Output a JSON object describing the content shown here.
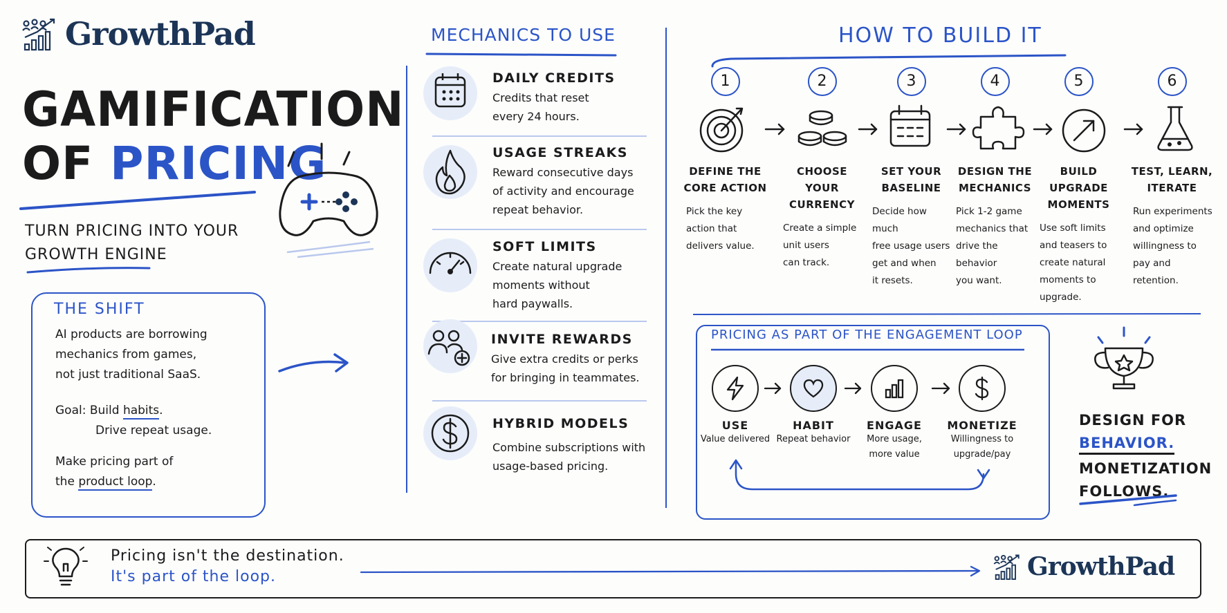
{
  "brand": {
    "name": "GrowthPad"
  },
  "title": {
    "line1": "GAMIFICATION",
    "line2_prefix": "OF ",
    "line2_accent": "PRICING"
  },
  "subtitle": {
    "line1": "TURN PRICING INTO YOUR",
    "line2": "GROWTH ENGINE"
  },
  "shift": {
    "title": "THE SHIFT",
    "p1": [
      "AI products are borrowing",
      "mechanics from games,",
      "not just traditional SaaS."
    ],
    "goal_prefix": "Goal: Build ",
    "goal_word": "habits",
    "goal_suffix": ".",
    "goal_line2": "Drive repeat usage.",
    "loop_line1": "Make pricing part of",
    "loop_prefix": "the ",
    "loop_word": "product loop",
    "loop_suffix": "."
  },
  "mechanics": {
    "title": "MECHANICS TO USE",
    "items": [
      {
        "name": "DAILY CREDITS",
        "desc": [
          "Credits that reset",
          "every 24 hours."
        ],
        "icon": "calendar-icon"
      },
      {
        "name": "USAGE STREAKS",
        "desc": [
          "Reward consecutive days",
          "of activity and encourage",
          "repeat behavior."
        ],
        "icon": "flame-icon"
      },
      {
        "name": "SOFT LIMITS",
        "desc": [
          "Create natural upgrade",
          "moments without",
          "hard paywalls."
        ],
        "icon": "gauge-icon"
      },
      {
        "name": "INVITE REWARDS",
        "desc": [
          "Give extra credits or perks",
          "for bringing in teammates."
        ],
        "icon": "users-plus-icon"
      },
      {
        "name": "HYBRID MODELS",
        "desc": [
          "Combine subscriptions with",
          "usage-based pricing."
        ],
        "icon": "dollar-icon"
      }
    ]
  },
  "build": {
    "title": "HOW TO BUILD IT",
    "steps": [
      {
        "num": "1",
        "title": [
          "DEFINE THE",
          "CORE ACTION"
        ],
        "desc": [
          "Pick the key",
          "action that",
          "delivers value."
        ]
      },
      {
        "num": "2",
        "title": [
          "CHOOSE YOUR",
          "CURRENCY"
        ],
        "desc": [
          "Create a simple",
          "unit users",
          "can track."
        ]
      },
      {
        "num": "3",
        "title": [
          "SET YOUR",
          "BASELINE"
        ],
        "desc": [
          "Decide how much",
          "free usage users",
          "get and when",
          "it resets."
        ]
      },
      {
        "num": "4",
        "title": [
          "DESIGN THE",
          "MECHANICS"
        ],
        "desc": [
          "Pick 1-2 game",
          "mechanics that",
          "drive the behavior",
          "you want."
        ]
      },
      {
        "num": "5",
        "title": [
          "BUILD UPGRADE",
          "MOMENTS"
        ],
        "desc": [
          "Use soft limits",
          "and teasers to",
          "create natural",
          "moments to",
          "upgrade."
        ]
      },
      {
        "num": "6",
        "title": [
          "TEST, LEARN,",
          "ITERATE"
        ],
        "desc": [
          "Run experiments",
          "and optimize",
          "willingness to",
          "pay and",
          "retention."
        ]
      }
    ]
  },
  "loop": {
    "title": "PRICING AS PART OF THE ENGAGEMENT LOOP",
    "nodes": [
      {
        "label": "USE",
        "desc": [
          "Value delivered"
        ]
      },
      {
        "label": "HABIT",
        "desc": [
          "Repeat behavior"
        ]
      },
      {
        "label": "ENGAGE",
        "desc": [
          "More usage,",
          "more value"
        ]
      },
      {
        "label": "MONETIZE",
        "desc": [
          "Willingness to",
          "upgrade/pay"
        ]
      }
    ]
  },
  "design": {
    "line1": "DESIGN FOR",
    "line2": "BEHAVIOR.",
    "line3": "MONETIZATION",
    "line4": "FOLLOWS."
  },
  "footer": {
    "line1": "Pricing isn't the destination.",
    "line2": "It's part of the loop."
  },
  "colors": {
    "accent": "#2b54c7",
    "ink": "#1b1b1b",
    "brand": "#1c3557",
    "tint": "#e6edf9"
  }
}
